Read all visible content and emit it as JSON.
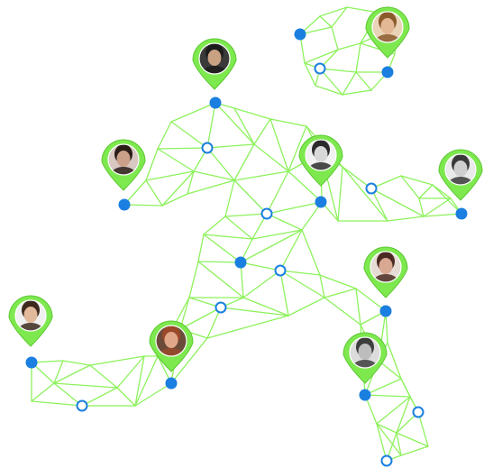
{
  "colors": {
    "mesh": "#8df25c",
    "pin": "#7ee84f",
    "pin_dark": "#5cc832",
    "node": "#1a7fe0",
    "open_node_fill": "#ffffff",
    "background": "#ffffff"
  },
  "illustration": {
    "figure": "running-person",
    "style": "low-poly network mesh",
    "pins": [
      {
        "id": "head",
        "avatar": "man-beard-glasses"
      },
      {
        "id": "top-right",
        "avatar": "woman-hat"
      },
      {
        "id": "left-shoulder",
        "avatar": "woman-dark-hair"
      },
      {
        "id": "center",
        "avatar": "man-curly-hair"
      },
      {
        "id": "right-hand",
        "avatar": "woman-smiling"
      },
      {
        "id": "right-knee",
        "avatar": "woman-brown-hair"
      },
      {
        "id": "left-foot",
        "avatar": "man-glasses"
      },
      {
        "id": "center-knee",
        "avatar": "woman-red-hair"
      },
      {
        "id": "right-leg",
        "avatar": "man-beard"
      }
    ]
  }
}
